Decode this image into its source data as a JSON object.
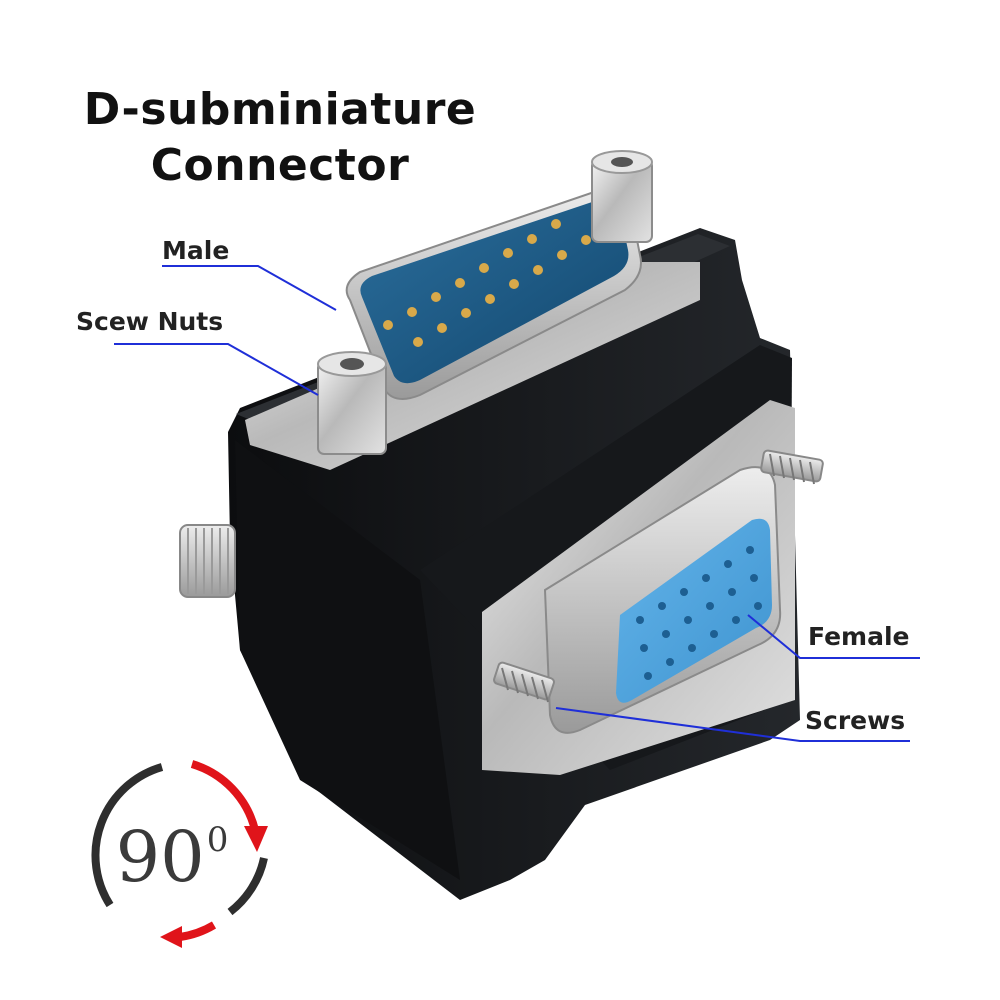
{
  "title": {
    "line1": "D-subminiature",
    "line2": "Connector"
  },
  "callouts": {
    "male": "Male",
    "screw_nuts": "Scew Nuts",
    "female": "Female",
    "screws": "Screws"
  },
  "angle_badge": {
    "value": "90",
    "unit": "0"
  },
  "colors": {
    "leader_line": "#1f2fd8",
    "arrow": "#e0141a",
    "housing": "#15171a",
    "insert": "#3f9ad6"
  }
}
